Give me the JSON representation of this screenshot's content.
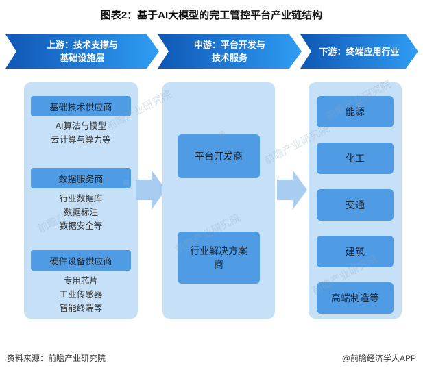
{
  "title": "图表2：基于AI大模型的完工管控平台产业链结构",
  "banners": [
    {
      "line1": "上游：技术支撑与",
      "line2": "基础设施层"
    },
    {
      "line1": "中游：平台开发与",
      "line2": "技术服务"
    },
    {
      "line1": "下游：终端应用行业",
      "line2": ""
    }
  ],
  "upstream": {
    "groups": [
      {
        "header": "基础技术供应商",
        "items": [
          "AI算法与模型",
          "云计算与算力等"
        ]
      },
      {
        "header": "数据服务商",
        "items": [
          "行业数据库",
          "数据标注",
          "数据安全等"
        ]
      },
      {
        "header": "硬件设备供应商",
        "items": [
          "专用芯片",
          "工业传感器",
          "智能终端等"
        ]
      }
    ]
  },
  "midstream": {
    "boxes": [
      "平台开发商",
      "行业解决方案商"
    ]
  },
  "downstream": {
    "boxes": [
      "能源",
      "化工",
      "交通",
      "建筑",
      "高端制造等"
    ]
  },
  "footer": {
    "source": "资料来源：前瞻产业研究院",
    "credit": "@前瞻经济学人APP"
  },
  "watermark": {
    "text": "前瞻产业研究院",
    "reg": "®"
  },
  "colors": {
    "banner_gradient_start": "#0f57b5",
    "banner_gradient_end": "#2f9df3",
    "panel_bg": "#c6e0f7",
    "box_bg": "#4f9ce5",
    "flow_arrow": "#a9cdf0"
  }
}
